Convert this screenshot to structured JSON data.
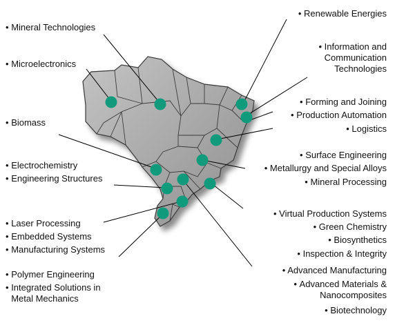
{
  "colors": {
    "hub": "#129a7d",
    "map_fill": "#a9a9a9",
    "map_stroke": "#3a3a3a",
    "leader": "#000000",
    "text": "#111111"
  },
  "bullet": "•",
  "labels": {
    "mineral_technologies": "Mineral Technologies",
    "microelectronics": "Microelectronics",
    "biomass": "Biomass",
    "electrochemistry": "Electrochemistry",
    "engineering_structures": "Engineering Structures",
    "laser_processing": "Laser Processing",
    "embedded_systems": "Embedded Systems",
    "manufacturing_systems": "Manufacturing Systems",
    "polymer_engineering": "Polymer Engineering",
    "integrated_solutions": "Integrated Solutions in\nMetal Mechanics",
    "renewable_energies": "Renewable Energies",
    "ict": "Information and\nCommunication\nTechnologies",
    "forming_joining": "Forming and Joining",
    "production_automation": "Production Automation",
    "logistics": "Logistics",
    "surface_engineering": "Surface Engineering",
    "metallurgy": "Metallurgy and Special Alloys",
    "mineral_processing": "Mineral Processing",
    "virtual_production": "Virtual Production Systems",
    "green_chemistry": "Green Chemistry",
    "biosynthetics": "Biosynthetics",
    "inspection_integrity": "Inspection & Integrity",
    "advanced_manufacturing": "Advanced Manufacturing",
    "advanced_materials": "Advanced Materials &\nNanocomposites",
    "biotechnology": "Biotechnology"
  }
}
